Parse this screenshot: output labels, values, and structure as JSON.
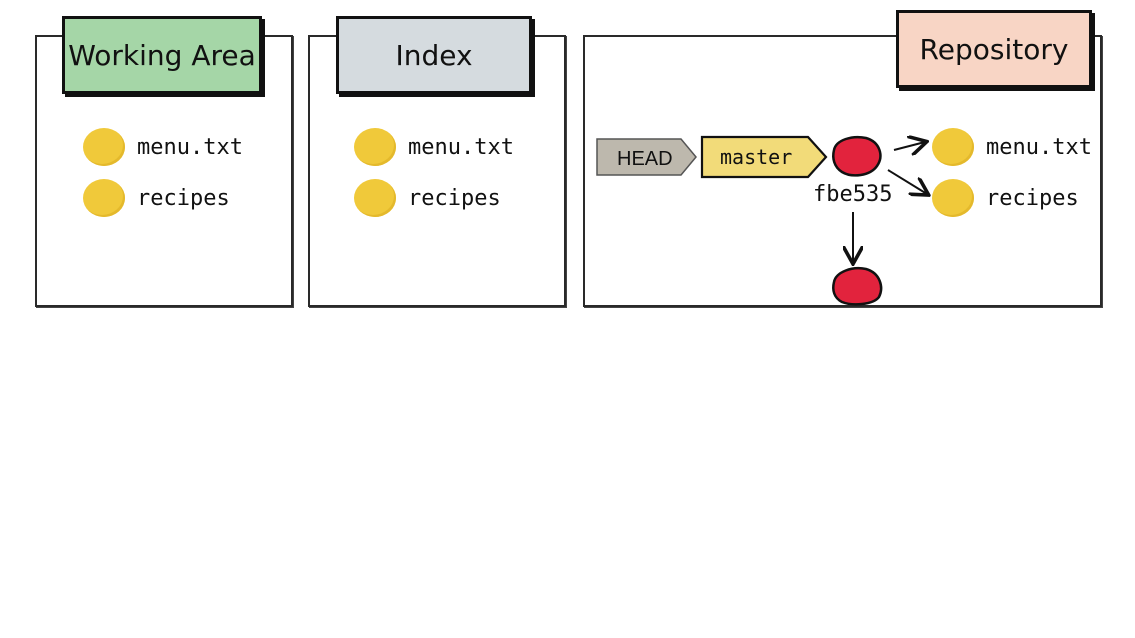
{
  "working_area": {
    "title": "Working Area",
    "color": "#a5d6a7",
    "files": [
      "menu.txt",
      "recipes"
    ]
  },
  "index": {
    "title": "Index",
    "color": "#d5dbdf",
    "files": [
      "menu.txt",
      "recipes"
    ]
  },
  "repository": {
    "title": "Repository",
    "color": "#f8d5c5",
    "head_label": "HEAD",
    "head_color": "#bdb8ad",
    "branch_label": "master",
    "branch_color": "#f2db79",
    "commit_hash": "fbe535",
    "commit_color": "#e2233d",
    "tree_files": [
      "menu.txt",
      "recipes"
    ]
  },
  "icons": {
    "file_blob": "yellow-circle",
    "commit": "red-circle"
  }
}
